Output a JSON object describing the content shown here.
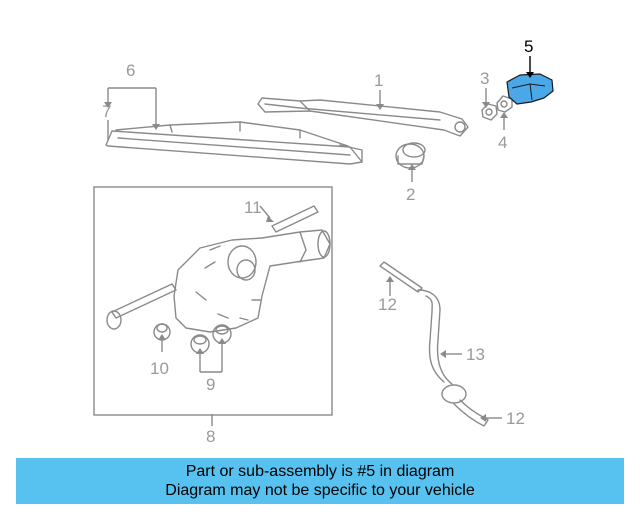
{
  "diagram": {
    "highlighted_part": "5",
    "highlight_color": "#4aa8e8",
    "callouts": {
      "p1": "1",
      "p2": "2",
      "p3": "3",
      "p4": "4",
      "p5": "5",
      "p6": "6",
      "p7": "7",
      "p8": "8",
      "p9": "9",
      "p10": "10",
      "p11": "11",
      "p12a": "12",
      "p12b": "12",
      "p13": "13"
    }
  },
  "banner": {
    "line1": "Part or sub-assembly is #5 in diagram",
    "line2": "Diagram may not be specific to your vehicle",
    "background": "#57c1f0"
  }
}
